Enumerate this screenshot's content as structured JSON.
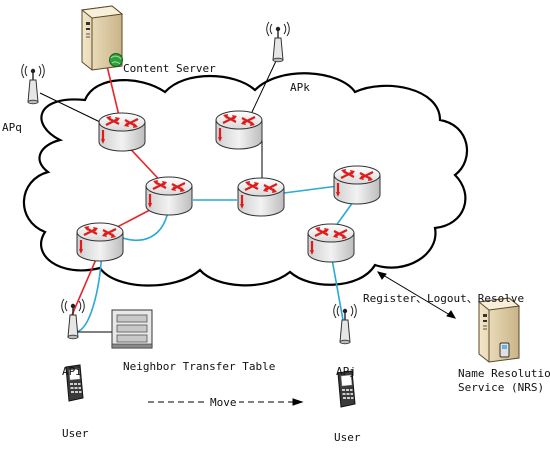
{
  "nodes": {
    "content_server": "Content Server",
    "apk": "APk",
    "apq": "APq",
    "api": "APi",
    "apj": "APj",
    "user_left": "User",
    "user_right": "User",
    "neighbor_table": "Neighbor Transfer Table",
    "nrs_line1": "Name Resolution",
    "nrs_line2": "Service (NRS)"
  },
  "edges": {
    "nrs_link": "Register、Logout、Resolve",
    "move": "Move"
  },
  "colors": {
    "red_path": "#e8262a",
    "blue_path": "#2aa8d6",
    "router_arrows": "#e01b1b",
    "server_green": "#2e9e3a"
  }
}
